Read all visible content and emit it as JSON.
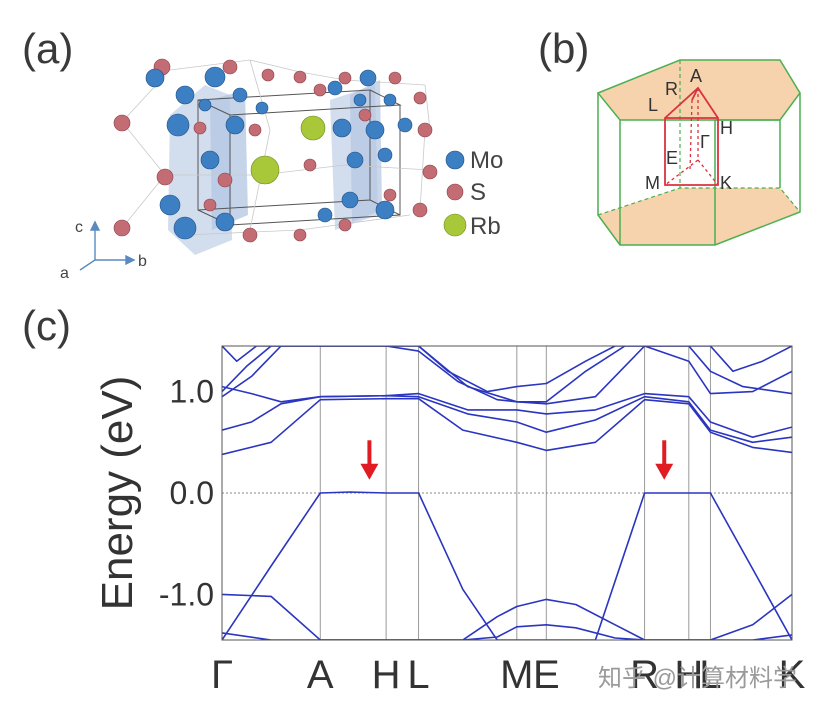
{
  "panel_labels": {
    "a": "(a)",
    "b": "(b)",
    "c": "(c)"
  },
  "legend": [
    {
      "label": "Mo",
      "color": "#3d7fc3"
    },
    {
      "label": "S",
      "color": "#c46c74"
    },
    {
      "label": "Rb",
      "color": "#a8c83a"
    }
  ],
  "lattice_axes": {
    "c": "c",
    "a": "a",
    "b": "b"
  },
  "bz_labels": {
    "A": "A",
    "R": "R",
    "L": "L",
    "H": "H",
    "Gamma": "Γ",
    "E": "E",
    "M": "M",
    "K": "K"
  },
  "colors": {
    "band": "#2a35c0",
    "arrow": "#e11b22",
    "bz_edge": "#4caf50",
    "bz_face": "#f6d2ad",
    "path": "#d9333f",
    "grid": "#9a9a9a"
  },
  "chart_data": {
    "type": "line",
    "title": "",
    "ylabel": "Energy (eV)",
    "xlabel": "",
    "ylim": [
      -1.45,
      1.45
    ],
    "yticks": [
      1.0,
      0.0,
      -1.0
    ],
    "ytick_labels": [
      "1.0",
      "0.0",
      "-1.0"
    ],
    "fermi_level": 0.0,
    "kpoints": [
      {
        "label": "Γ",
        "x": 0.0
      },
      {
        "label": "A",
        "x": 1.0
      },
      {
        "label": "H",
        "x": 1.67
      },
      {
        "label": "L",
        "x": 2.0
      },
      {
        "label": "M",
        "x": 3.0
      },
      {
        "label": "E",
        "x": 3.3
      },
      {
        "label": "R",
        "x": 4.3
      },
      {
        "label": "H",
        "x": 4.75
      },
      {
        "label": "L",
        "x": 4.97
      },
      {
        "label": "K",
        "x": 5.8
      }
    ],
    "flat_band_arrows": [
      {
        "x": 1.5,
        "y": 0.15
      },
      {
        "x": 4.5,
        "y": 0.15
      }
    ],
    "bands": [
      {
        "x": [
          0,
          0.5,
          1.0,
          1.3,
          1.67,
          2.0,
          2.45,
          2.8,
          3.0,
          3.3,
          3.8,
          4.3,
          4.5,
          4.75,
          4.97,
          5.4,
          5.8
        ],
        "y": [
          -1.45,
          -0.72,
          0.0,
          0.01,
          0.0,
          0.0,
          -0.95,
          -1.45,
          -1.45,
          -1.45,
          -1.45,
          0.0,
          0.0,
          0.0,
          0.0,
          -0.75,
          -1.45
        ]
      },
      {
        "x": [
          0,
          0.5,
          1.0,
          1.67,
          2.0,
          2.45,
          3.0,
          3.3,
          3.8,
          4.3,
          4.75,
          4.97,
          5.4,
          5.8
        ],
        "y": [
          0.38,
          0.5,
          0.92,
          0.93,
          0.93,
          0.62,
          0.5,
          0.42,
          0.5,
          0.92,
          0.88,
          0.6,
          0.45,
          0.4
        ]
      },
      {
        "x": [
          0,
          0.3,
          0.6,
          1.0,
          1.67,
          2.0,
          2.5,
          3.0,
          3.3,
          3.8,
          4.3,
          4.75,
          4.97,
          5.4,
          5.8
        ],
        "y": [
          0.62,
          0.7,
          0.88,
          0.95,
          0.96,
          0.95,
          0.78,
          0.7,
          0.6,
          0.72,
          0.95,
          0.9,
          0.62,
          0.5,
          0.55
        ]
      },
      {
        "x": [
          0,
          0.3,
          0.6,
          1.0,
          1.67,
          2.0,
          2.5,
          3.0,
          3.3,
          3.8,
          4.3,
          4.75,
          4.97,
          5.4,
          5.8
        ],
        "y": [
          1.05,
          0.98,
          0.9,
          0.95,
          0.96,
          0.98,
          0.82,
          0.82,
          0.78,
          0.82,
          0.98,
          0.95,
          0.7,
          0.55,
          0.65
        ]
      },
      {
        "x": [
          0,
          0.3,
          0.6,
          1.0,
          1.67,
          2.0,
          2.5,
          3.0,
          3.3,
          3.8,
          4.3,
          4.75,
          4.97,
          5.4,
          5.8
        ],
        "y": [
          0.95,
          1.15,
          1.45,
          1.45,
          1.45,
          1.45,
          1.05,
          0.9,
          0.88,
          0.95,
          1.45,
          1.3,
          0.98,
          1.0,
          1.2
        ]
      },
      {
        "x": [
          0,
          0.25,
          0.5,
          0.8,
          1.0,
          1.67,
          2.0,
          2.4,
          2.8,
          3.0,
          3.3,
          3.7,
          4.1,
          4.3,
          4.75,
          4.97,
          5.3,
          5.8
        ],
        "y": [
          1.0,
          1.25,
          1.45,
          1.45,
          1.45,
          1.45,
          1.4,
          1.1,
          0.92,
          0.9,
          0.9,
          1.2,
          1.45,
          1.45,
          1.45,
          1.2,
          1.05,
          0.98
        ]
      },
      {
        "x": [
          0.0,
          0.15,
          0.35,
          0.6,
          1.0,
          1.67,
          2.0,
          2.3,
          2.7,
          3.0,
          3.3,
          3.7,
          4.0,
          4.3,
          4.75,
          4.97,
          5.2,
          5.5,
          5.8
        ],
        "y": [
          1.45,
          1.3,
          1.45,
          1.45,
          1.45,
          1.45,
          1.45,
          1.2,
          1.0,
          1.05,
          1.08,
          1.3,
          1.45,
          1.45,
          1.45,
          1.45,
          1.2,
          1.3,
          1.45
        ]
      },
      {
        "x": [
          0,
          0.5,
          1.0,
          1.67,
          2.0,
          2.45,
          2.8,
          3.0,
          3.3,
          3.6,
          4.0,
          4.3,
          4.75,
          4.97,
          5.4,
          5.8
        ],
        "y": [
          -1.0,
          -1.02,
          -1.45,
          -1.45,
          -1.45,
          -1.45,
          -1.22,
          -1.12,
          -1.05,
          -1.1,
          -1.3,
          -1.45,
          -1.45,
          -1.45,
          -1.3,
          -1.0
        ]
      },
      {
        "x": [
          0,
          0.5,
          2.0,
          2.45,
          2.8,
          3.0,
          3.3,
          3.6,
          4.0,
          4.3,
          5.4,
          5.8
        ],
        "y": [
          -1.38,
          -1.45,
          -1.45,
          -1.45,
          -1.42,
          -1.32,
          -1.3,
          -1.33,
          -1.43,
          -1.45,
          -1.45,
          -1.4
        ]
      }
    ]
  },
  "watermark": "知乎 @计算材料学"
}
